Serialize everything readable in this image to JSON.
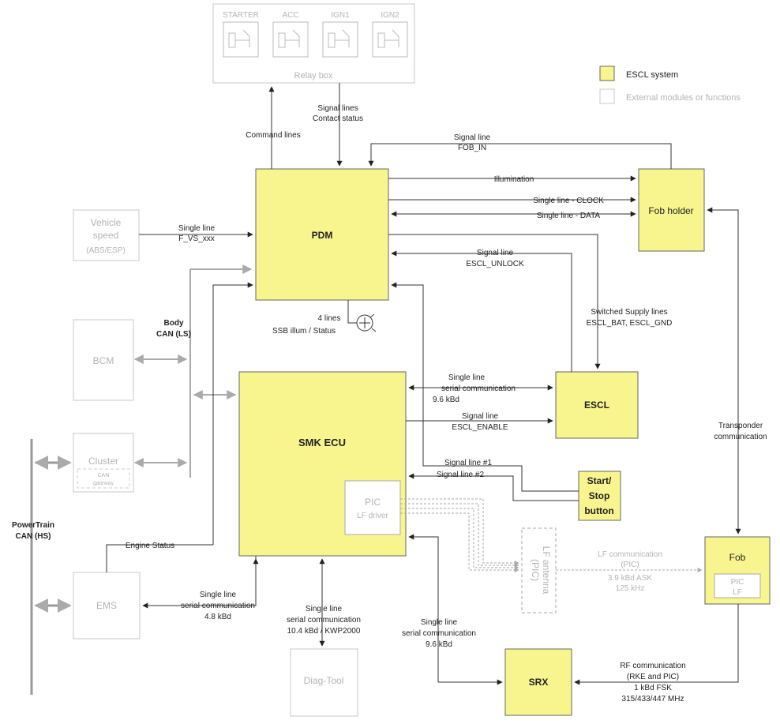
{
  "legend": {
    "escl_system": "ESCL system",
    "external": "External modules or functions",
    "escl_color": "#f8f58f",
    "external_color": "#ffffff"
  },
  "relay_box": {
    "title": "Relay box",
    "relays": [
      "STARTER",
      "ACC",
      "IGN1",
      "IGN2"
    ]
  },
  "modules": {
    "pdm": "PDM",
    "fob_holder": "Fob holder",
    "escl": "ESCL",
    "smk_ecu": "SMK ECU",
    "pic_title": "PIC",
    "pic_sub": "LF driver",
    "start_stop": [
      "Start/",
      "Stop",
      "button"
    ],
    "fob": "Fob",
    "fob_pic": "PIC",
    "fob_lf": "LF",
    "srx": "SRX",
    "lf_antenna": "LF antenna",
    "lf_antenna_pic": "(PIC)"
  },
  "external_modules": {
    "vehicle_speed": [
      "Vehicle",
      "speed",
      "(ABS/ESP)"
    ],
    "bcm": "BCM",
    "cluster": "Cluster",
    "can_gateway": [
      "CAN",
      "gateway"
    ],
    "ems": "EMS",
    "diag_tool": "Diag-Tool"
  },
  "buses": {
    "body_can": [
      "Body",
      "CAN (LS)"
    ],
    "powertrain_can": [
      "PowerTrain",
      "CAN (HS)"
    ]
  },
  "labels": {
    "command_lines": "Command lines",
    "signal_contact": [
      "Signal lines",
      "Contact status"
    ],
    "fob_in": [
      "Signal line",
      "FOB_IN"
    ],
    "illumination": "Illumination",
    "clock": "Single line - CLOCK",
    "data": "Single line - DATA",
    "f_vs": [
      "Single line",
      "F_VS_xxx"
    ],
    "escl_unlock": [
      "Signal line",
      "ESCL_UNLOCK"
    ],
    "switched_supply": [
      "Switched Supply lines",
      "ESCL_BAT, ESCL_GND"
    ],
    "ssb": [
      "4 lines",
      "SSB illum / Status"
    ],
    "smk_escl_serial": [
      "Single line",
      "serial communication",
      "9.6 kBd"
    ],
    "escl_enable": [
      "Signal line",
      "ESCL_ENABLE"
    ],
    "signal_1": "Signal line #1",
    "signal_2": "Signal line #2",
    "transponder": [
      "Transponder",
      "communication"
    ],
    "engine_status": "Engine Status",
    "ems_serial": [
      "Single line",
      "serial communication",
      "4.8 kBd"
    ],
    "diag_serial": [
      "Single line",
      "serial communication",
      "10.4 kBd / KWP2000"
    ],
    "srx_serial": [
      "Single line",
      "serial communication",
      "9.6 kBd"
    ],
    "lf_comm": [
      "LF communication",
      "(PIC)",
      "3.9 kBd ASK",
      "125 kHz"
    ],
    "rf_comm": [
      "RF communication",
      "(RKE and PIC)",
      "1 kBd FSK",
      "315/433/447 MHz"
    ]
  }
}
